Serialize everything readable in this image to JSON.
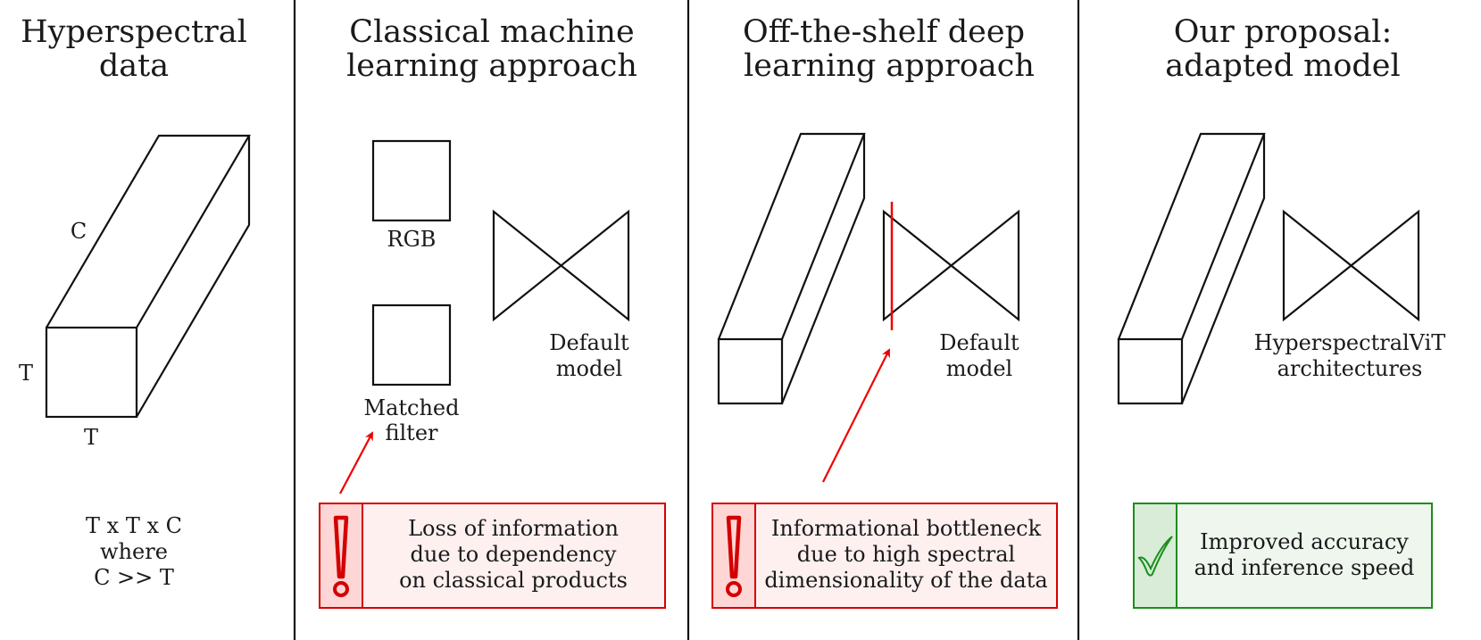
{
  "colors": {
    "warning_stroke": "#d40000",
    "warning_fill": "#fff0f0",
    "warning_icon_fill": "#ffd6d6",
    "success_stroke": "#1a8f1a",
    "success_fill": "#eef6ee",
    "success_icon_fill": "#d8ecd8",
    "channel_fill": "#b0b0fc",
    "arrow": "#ee0000"
  },
  "panels": [
    {
      "title_line1": "Hyperspectral",
      "title_line2": "data",
      "axis_c": "C",
      "axis_t_left": "T",
      "axis_t_bottom": "T",
      "formula_line1": "T x T x C",
      "formula_line2": "where",
      "formula_line3": "C >> T"
    },
    {
      "title_line1": "Classical machine",
      "title_line2": "learning approach",
      "rgb_label": "RGB",
      "filter_label_line1": "Matched",
      "filter_label_line2": "filter",
      "model_label_line1": "Default",
      "model_label_line2": "model",
      "note_icon": "exclamation-icon",
      "note_line1": "Loss of information",
      "note_line2": "due to dependency",
      "note_line3": "on classical products"
    },
    {
      "title_line1": "Off-the-shelf deep",
      "title_line2": "learning approach",
      "model_label_line1": "Default",
      "model_label_line2": "model",
      "note_icon": "exclamation-icon",
      "note_line1": "Informational bottleneck",
      "note_line2": "due to high spectral",
      "note_line3": "dimensionality of the data"
    },
    {
      "title_line1": "Our proposal:",
      "title_line2": "adapted model",
      "model_label_line1": "HyperspectralViT",
      "model_label_line2": "architectures",
      "note_icon": "checkmark-icon",
      "note_line1": "Improved accuracy",
      "note_line2": "and inference speed"
    }
  ]
}
